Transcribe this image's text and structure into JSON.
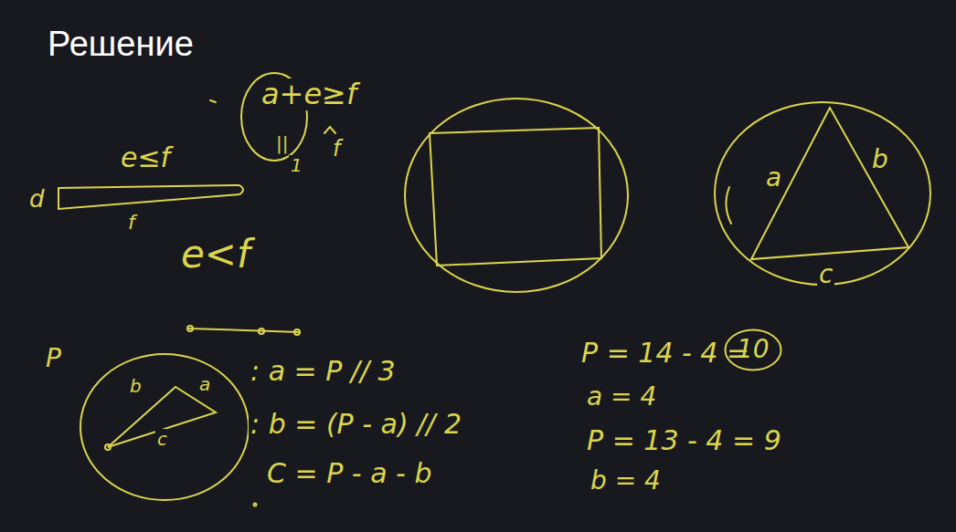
{
  "diagram": {
    "title": "Решение",
    "nodes": [
      {
        "text": [
          "10"
        ]
      }
    ],
    "labels": [
      "a+e≥f",
      "||",
      "1",
      "f",
      "e≤f",
      "d",
      "f",
      "e<f",
      "a",
      "b",
      "c",
      "P",
      "b",
      "a",
      "c",
      ": a = P // 3",
      ": b = (P - a) // 2",
      "C = P - a - b",
      "P = 14 - 4 =",
      "a = 4",
      "P = 13 - 4 = 9",
      "b = 4"
    ]
  }
}
